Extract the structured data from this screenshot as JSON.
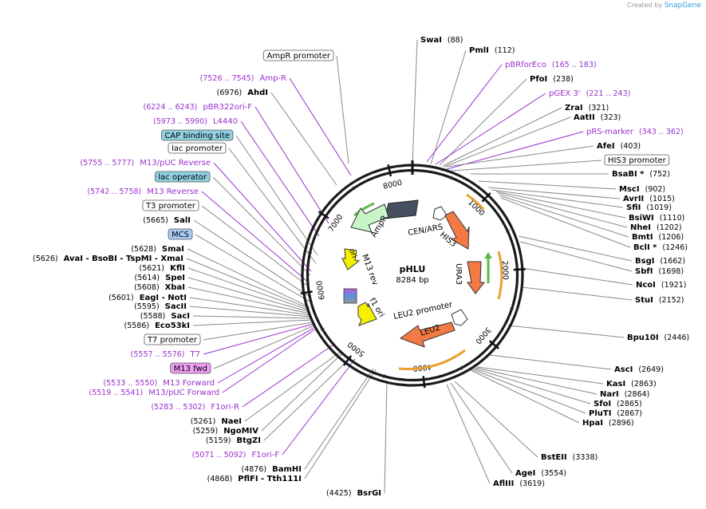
{
  "credit": {
    "prefix": "Created by",
    "brand": "SnapGene"
  },
  "plasmid": {
    "name": "pHLU",
    "size_label": "8284 bp",
    "total_bp": 8284
  },
  "ticks": [
    "1000",
    "2000",
    "3000",
    "4000",
    "5000",
    "6000",
    "7000",
    "8000"
  ],
  "features": [
    {
      "label": "AmpR",
      "type": "arrow",
      "color": "#c8f5c8"
    },
    {
      "label": "CEN/ARS",
      "type": "block",
      "color": "#475060"
    },
    {
      "label": "HIS3",
      "type": "arrow",
      "color": "#f47a45"
    },
    {
      "label": "URA3",
      "type": "arrow",
      "color": "#f47a45"
    },
    {
      "label": "LEU2 promoter",
      "type": "arrow",
      "color": "#ffffff"
    },
    {
      "label": "LEU2",
      "type": "arrow",
      "color": "#f47a45"
    },
    {
      "label": "f1 ori",
      "type": "arrow",
      "color": "#f5f000"
    },
    {
      "label": "M13 rev",
      "type": "text",
      "color": "#000000"
    },
    {
      "label": "ori",
      "type": "arrow",
      "color": "#f5f000"
    }
  ],
  "right_labels": [
    {
      "name": "SwaI",
      "pos": "(88)",
      "kind": "site"
    },
    {
      "name": "PmlI",
      "pos": "(112)",
      "kind": "site"
    },
    {
      "name": "pBRforEco",
      "pos": "(165 .. 183)",
      "kind": "primer"
    },
    {
      "name": "PfoI",
      "pos": "(238)",
      "kind": "site"
    },
    {
      "name": "pGEX 3'",
      "pos": "(221 .. 243)",
      "kind": "primer"
    },
    {
      "name": "ZraI",
      "pos": "(321)",
      "kind": "site"
    },
    {
      "name": "AatII",
      "pos": "(323)",
      "kind": "site"
    },
    {
      "name": "pRS-marker",
      "pos": "(343 .. 362)",
      "kind": "primer"
    },
    {
      "name": "AfeI",
      "pos": "(403)",
      "kind": "site"
    },
    {
      "name": "HIS3 promoter",
      "pos": "",
      "kind": "box"
    },
    {
      "name": "BsaBI *",
      "pos": "(752)",
      "kind": "site"
    },
    {
      "name": "MscI",
      "pos": "(902)",
      "kind": "site"
    },
    {
      "name": "AvrII",
      "pos": "(1015)",
      "kind": "site"
    },
    {
      "name": "SfiI",
      "pos": "(1019)",
      "kind": "site"
    },
    {
      "name": "BsiWI",
      "pos": "(1110)",
      "kind": "site"
    },
    {
      "name": "NheI",
      "pos": "(1202)",
      "kind": "site"
    },
    {
      "name": "BmtI",
      "pos": "(1206)",
      "kind": "site"
    },
    {
      "name": "BclI *",
      "pos": "(1246)",
      "kind": "site"
    },
    {
      "name": "BsgI",
      "pos": "(1662)",
      "kind": "site"
    },
    {
      "name": "SbfI",
      "pos": "(1698)",
      "kind": "site"
    },
    {
      "name": "NcoI",
      "pos": "(1921)",
      "kind": "site"
    },
    {
      "name": "StuI",
      "pos": "(2152)",
      "kind": "site"
    },
    {
      "name": "Bpu10I",
      "pos": "(2446)",
      "kind": "site"
    },
    {
      "name": "AscI",
      "pos": "(2649)",
      "kind": "site"
    },
    {
      "name": "KasI",
      "pos": "(2863)",
      "kind": "site"
    },
    {
      "name": "NarI",
      "pos": "(2864)",
      "kind": "site"
    },
    {
      "name": "SfoI",
      "pos": "(2865)",
      "kind": "site"
    },
    {
      "name": "PluTI",
      "pos": "(2867)",
      "kind": "site"
    },
    {
      "name": "HpaI",
      "pos": "(2896)",
      "kind": "site"
    },
    {
      "name": "BstEII",
      "pos": "(3338)",
      "kind": "site"
    },
    {
      "name": "AgeI",
      "pos": "(3554)",
      "kind": "site"
    },
    {
      "name": "AflIII",
      "pos": "(3619)",
      "kind": "site"
    }
  ],
  "left_labels": [
    {
      "name": "AmpR promoter",
      "pos": "",
      "kind": "box"
    },
    {
      "name": "Amp-R",
      "pos": "(7526 .. 7545)",
      "kind": "primer"
    },
    {
      "name": "AhdI",
      "pos": "(6976)",
      "kind": "site"
    },
    {
      "name": "pBR322ori-F",
      "pos": "(6224 .. 6243)",
      "kind": "primer"
    },
    {
      "name": "L4440",
      "pos": "(5973 .. 5990)",
      "kind": "primer"
    },
    {
      "name": "CAP binding site",
      "pos": "",
      "kind": "box-blue"
    },
    {
      "name": "lac promoter",
      "pos": "",
      "kind": "box"
    },
    {
      "name": "M13/pUC Reverse",
      "pos": "(5755 .. 5777)",
      "kind": "primer"
    },
    {
      "name": "lac operator",
      "pos": "",
      "kind": "box-blue"
    },
    {
      "name": "M13 Reverse",
      "pos": "(5742 .. 5758)",
      "kind": "primer"
    },
    {
      "name": "T3 promoter",
      "pos": "",
      "kind": "box"
    },
    {
      "name": "SalI",
      "pos": "(5665)",
      "kind": "site"
    },
    {
      "name": "MCS",
      "pos": "",
      "kind": "box-mcs"
    },
    {
      "name": "SmaI",
      "pos": "(5628)",
      "kind": "site"
    },
    {
      "name": "AvaI  - BsoBI  - TspMI  - XmaI",
      "pos": "(5626)",
      "kind": "site"
    },
    {
      "name": "KflI",
      "pos": "(5621)",
      "kind": "site"
    },
    {
      "name": "SpeI",
      "pos": "(5614)",
      "kind": "site"
    },
    {
      "name": "XbaI",
      "pos": "(5608)",
      "kind": "site"
    },
    {
      "name": "EagI  - NotI",
      "pos": "(5601)",
      "kind": "site"
    },
    {
      "name": "SacII",
      "pos": "(5595)",
      "kind": "site"
    },
    {
      "name": "SacI",
      "pos": "(5588)",
      "kind": "site"
    },
    {
      "name": "Eco53kI",
      "pos": "(5586)",
      "kind": "site"
    },
    {
      "name": "T7 promoter",
      "pos": "",
      "kind": "box"
    },
    {
      "name": "T7",
      "pos": "(5557 .. 5576)",
      "kind": "primer"
    },
    {
      "name": "M13 fwd",
      "pos": "",
      "kind": "box-pink"
    },
    {
      "name": "M13 Forward",
      "pos": "(5533 .. 5550)",
      "kind": "primer"
    },
    {
      "name": "M13/pUC Forward",
      "pos": "(5519 .. 5541)",
      "kind": "primer"
    },
    {
      "name": "F1ori-R",
      "pos": "(5283 .. 5302)",
      "kind": "primer"
    },
    {
      "name": "NaeI",
      "pos": "(5261)",
      "kind": "site"
    },
    {
      "name": "NgoMIV",
      "pos": "(5259)",
      "kind": "site"
    },
    {
      "name": "BtgZI",
      "pos": "(5159)",
      "kind": "site"
    },
    {
      "name": "F1ori-F",
      "pos": "(5071 .. 5092)",
      "kind": "primer"
    },
    {
      "name": "BamHI",
      "pos": "(4876)",
      "kind": "site"
    },
    {
      "name": "PflFI  - Tth111I",
      "pos": "(4868)",
      "kind": "site"
    },
    {
      "name": "BsrGI",
      "pos": "(4425)",
      "kind": "site"
    }
  ],
  "colors": {
    "primer": "#9a2fd0",
    "arrow_orange": "#f47a45",
    "arrow_yellow": "#f5f000",
    "amp_green": "#c8f5c8",
    "cen_dark": "#475060",
    "box_blue": "#8fd0e0",
    "box_mcs": "#a9cbf5",
    "box_pink": "#ee9ef2",
    "orf_orange": "#e8a030",
    "orf_green": "#5db84a"
  }
}
